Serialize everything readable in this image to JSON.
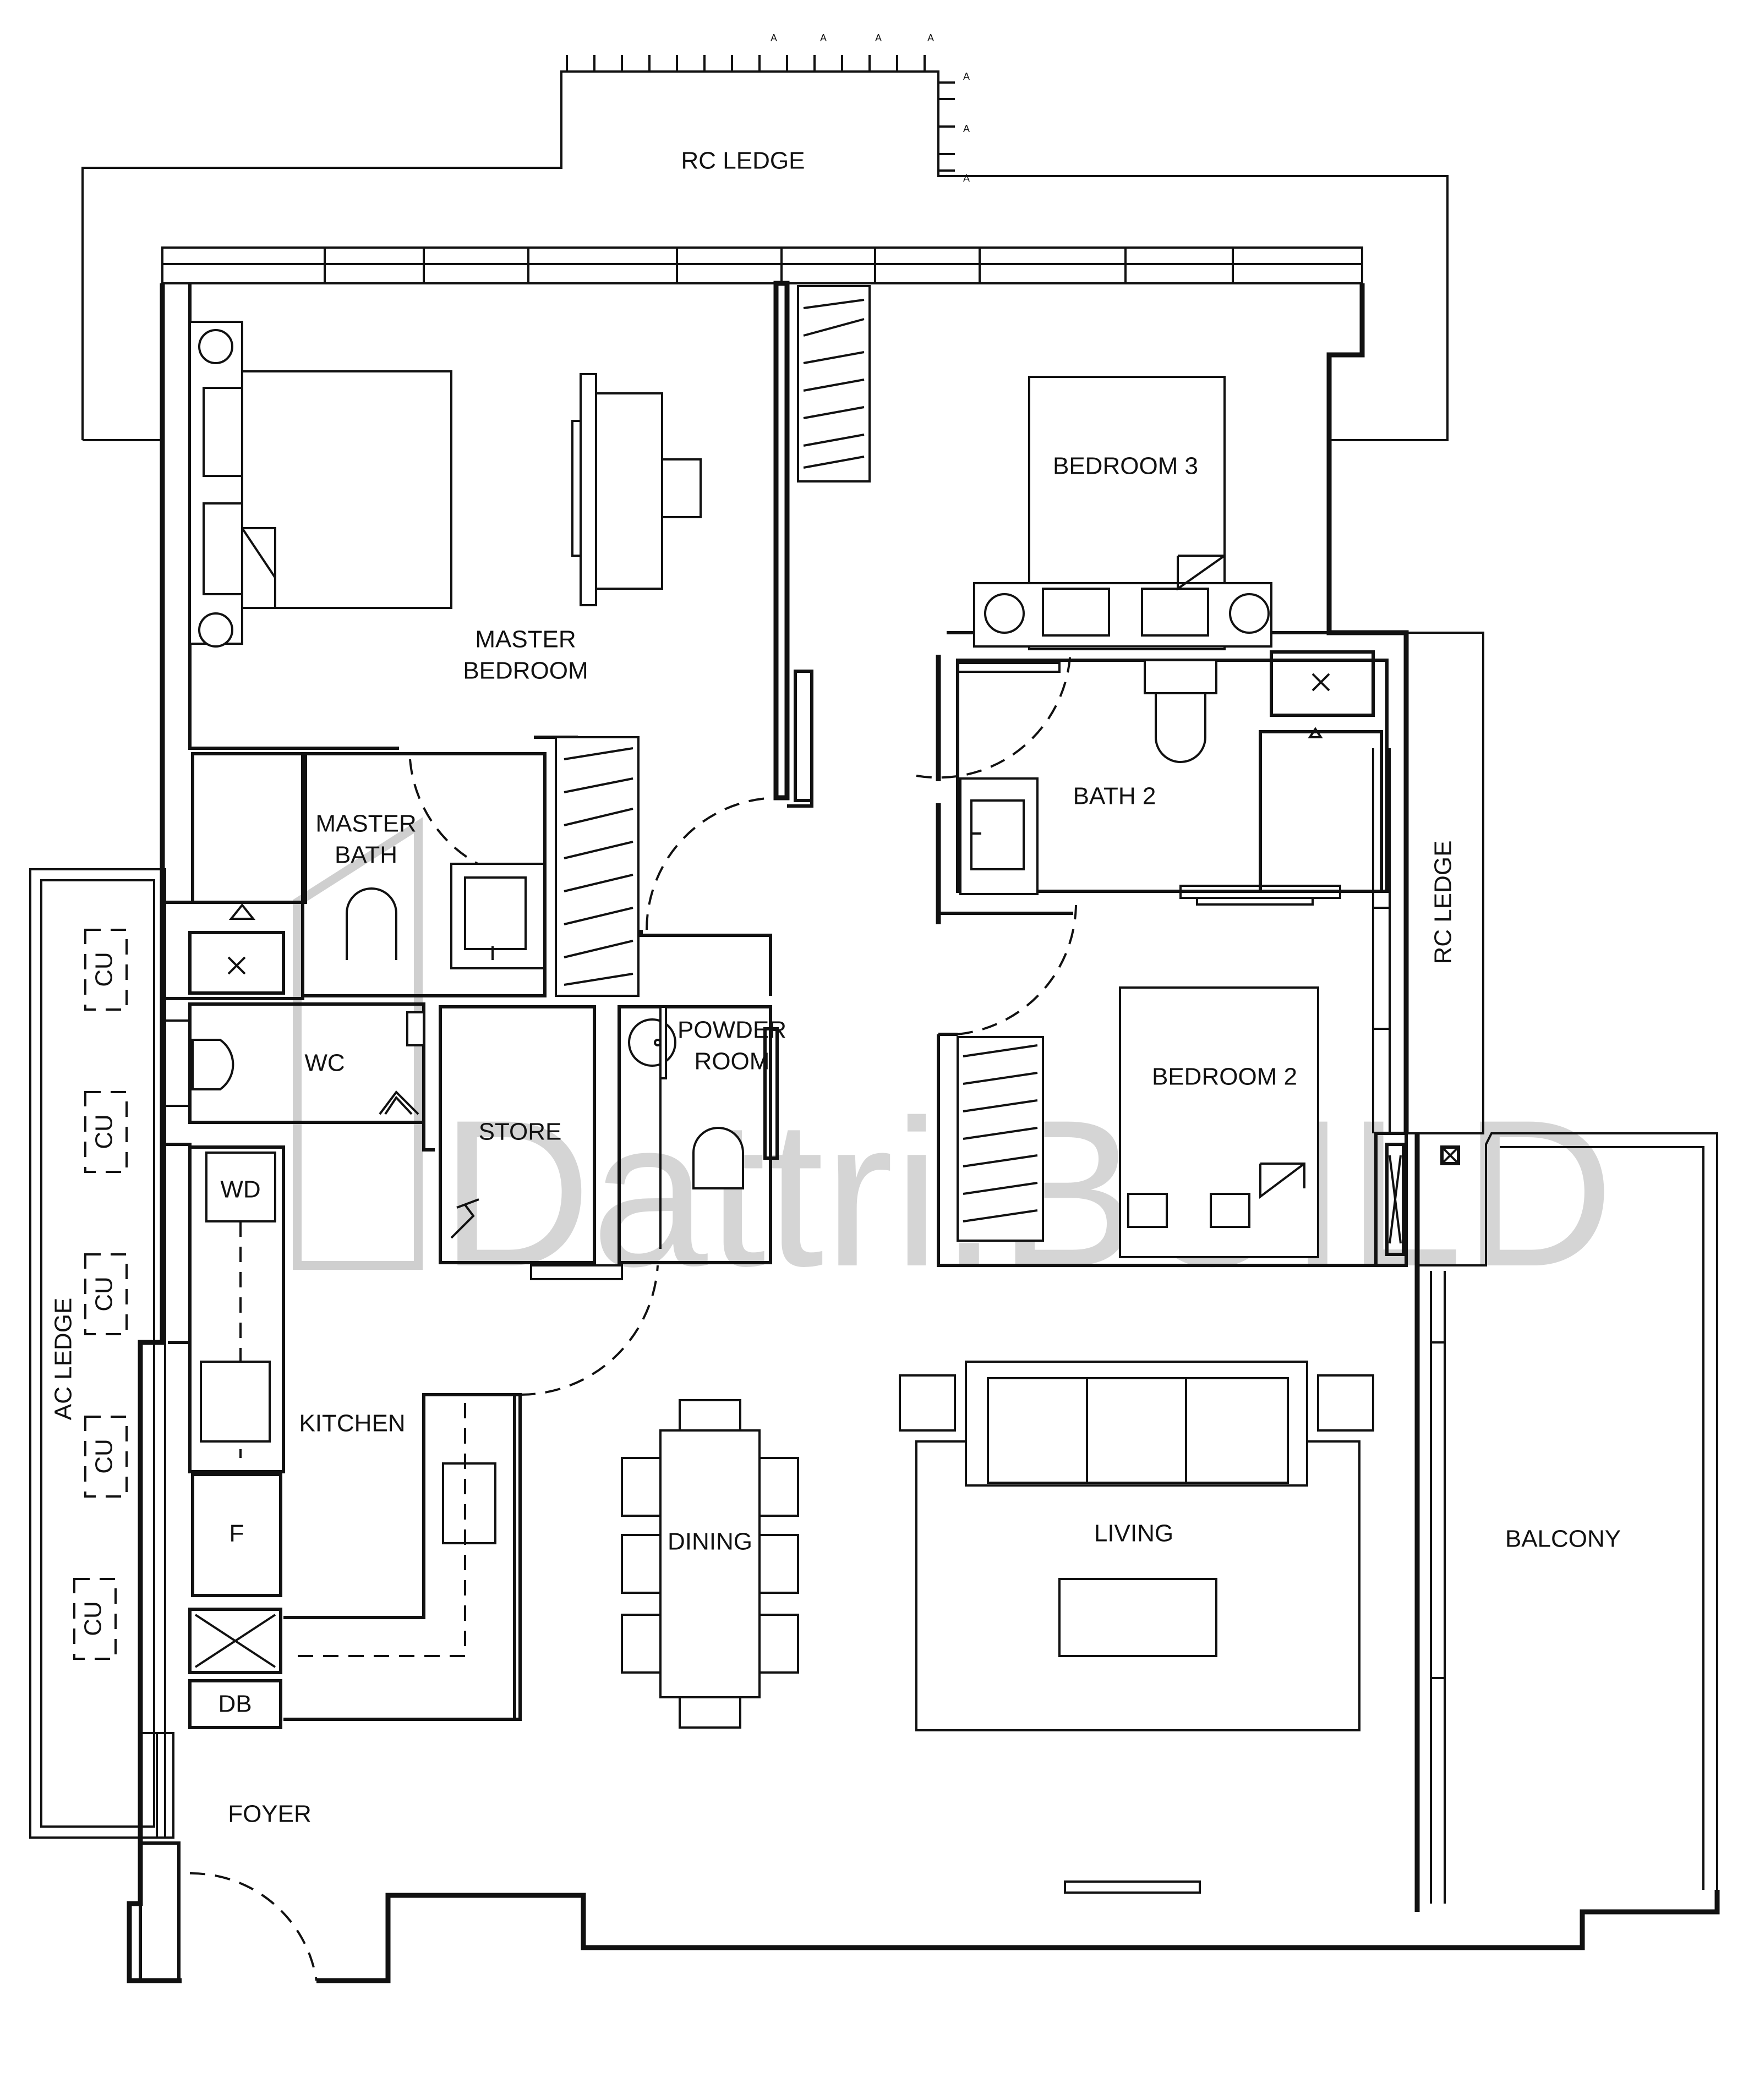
{
  "rooms": {
    "rc_ledge_top": "RC LEDGE",
    "bedroom_3": "BEDROOM 3",
    "master_bedroom_1": "MASTER",
    "master_bedroom_2": "BEDROOM",
    "master_bath_1": "MASTER",
    "master_bath_2": "BATH",
    "bath_2": "BATH 2",
    "rc_ledge_side": "RC LEDGE",
    "wc": "WC",
    "powder_room_1": "POWDER",
    "powder_room_2": "ROOM",
    "store": "STORE",
    "bedroom_2": "BEDROOM 2",
    "wd": "WD",
    "kitchen": "KITCHEN",
    "dining": "DINING",
    "living": "LIVING",
    "balcony": "BALCONY",
    "ac_ledge": "AC LEDGE",
    "fridge": "F",
    "db": "DB",
    "foyer": "FOYER"
  },
  "ac_units": [
    "CU",
    "CU",
    "CU",
    "CU",
    "CU"
  ],
  "markers": [
    "A",
    "A",
    "A",
    "A",
    "A",
    "A",
    "A"
  ],
  "watermark": "Dattri.BUILD"
}
